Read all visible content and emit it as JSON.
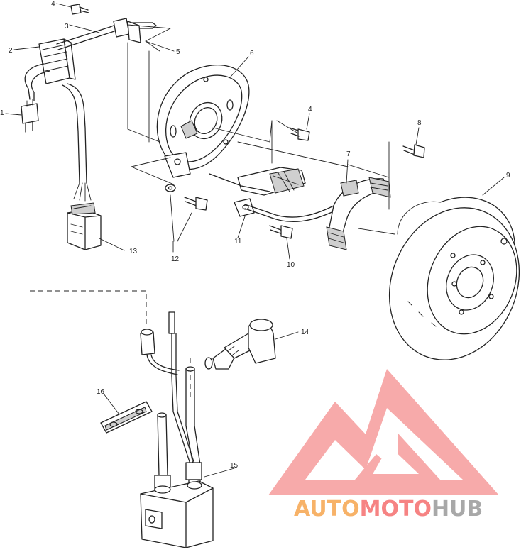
{
  "callouts": [
    "1",
    "2",
    "3",
    "4",
    "5",
    "6",
    "4",
    "7",
    "8",
    "9",
    "10",
    "11",
    "12",
    "13",
    "14",
    "15",
    "16"
  ],
  "watermark": {
    "part1": "AUTO",
    "part2": "MOTO",
    "part3": "HUB",
    "colors": {
      "orange": "#f6a54e",
      "red": "#f56e6e",
      "gray": "#9a9a9a",
      "logo": "#f58e8e"
    }
  }
}
